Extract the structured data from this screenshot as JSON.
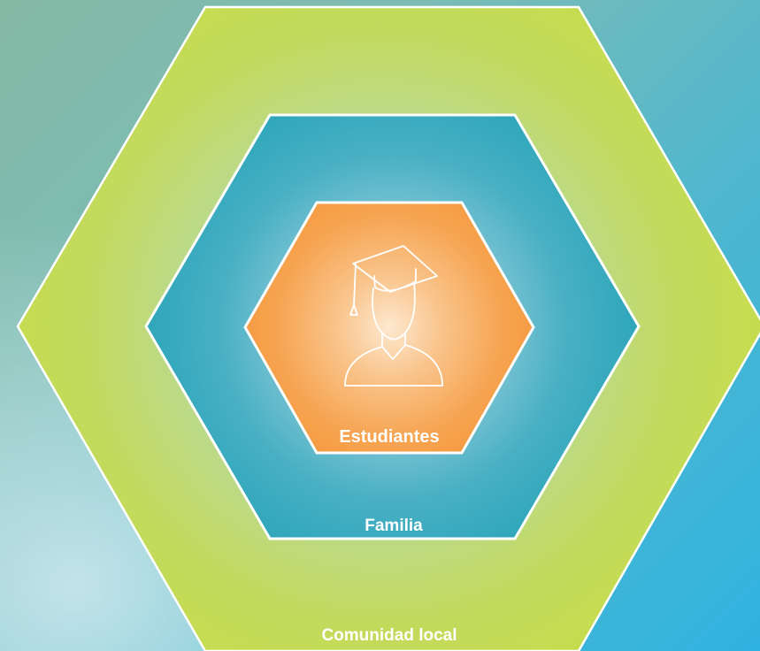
{
  "diagram": {
    "layers": {
      "outer": {
        "label": "Comunidad local",
        "color": "#c2d957"
      },
      "middle": {
        "label": "Familia",
        "color": "#34a9bd"
      },
      "inner": {
        "label": "Estudiantes",
        "color": "#f5a24f",
        "icon": "graduate-student-icon"
      }
    },
    "border_color": "#ffffff"
  }
}
